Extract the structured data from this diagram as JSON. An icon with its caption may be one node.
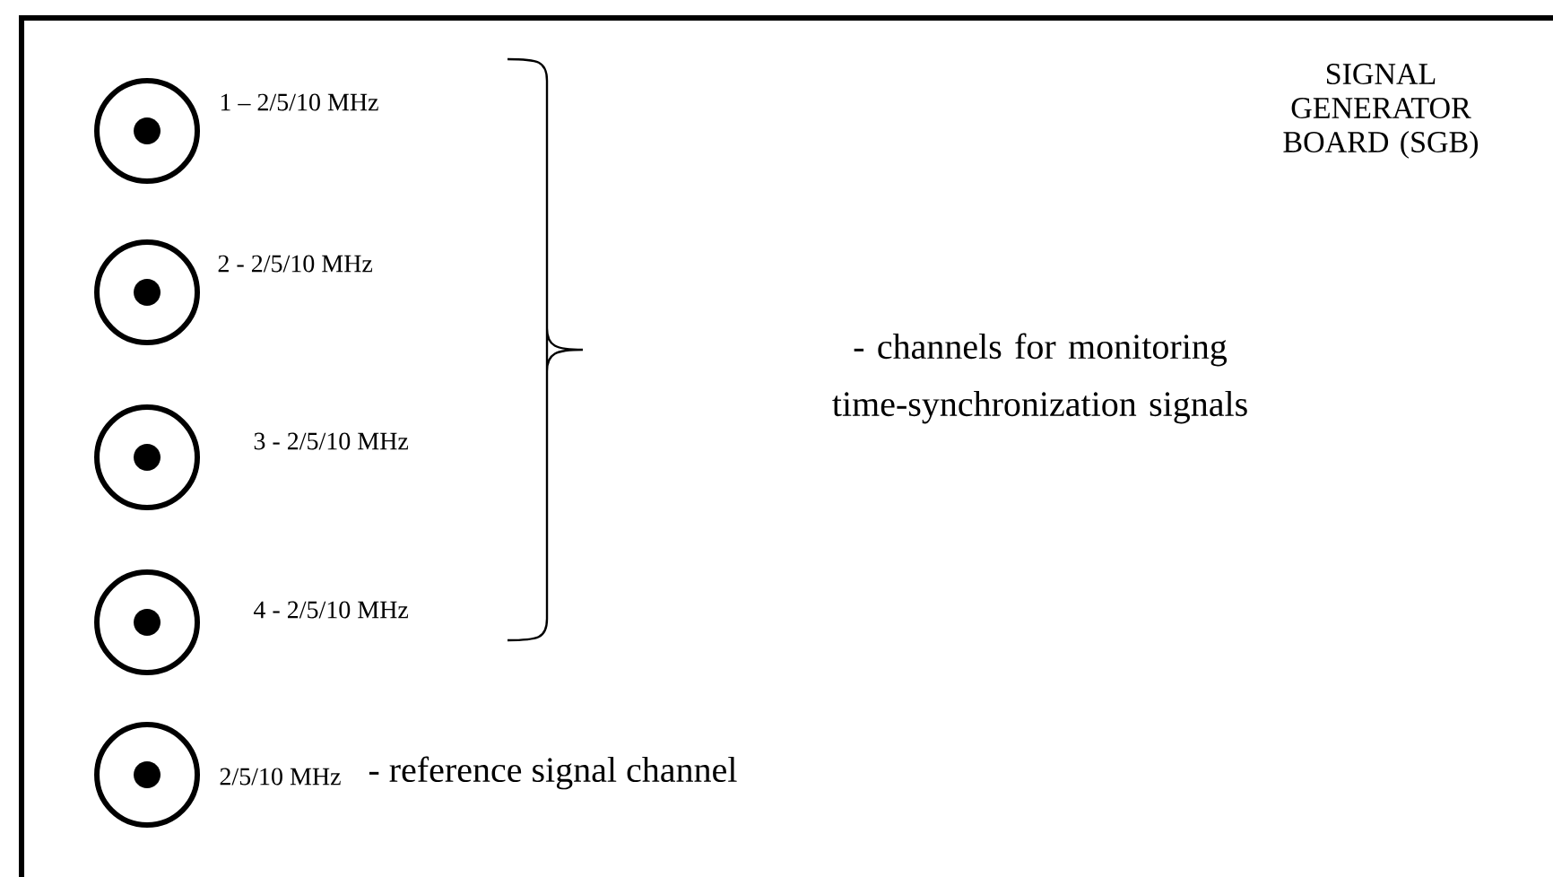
{
  "diagram": {
    "nodes": [
      {
        "text": [
          "SIGNAL GENERATOR BOARD (SGB)"
        ]
      }
    ],
    "labels": [
      "1 – 2/5/10 MHz",
      "2 - 2/5/10 MHz",
      "- channels for monitoring time-synchronization signals",
      "3 - 2/5/10 MHz",
      "4 - 2/5/10 MHz",
      "2/5/10 MHz",
      "- reference signal channel"
    ]
  }
}
